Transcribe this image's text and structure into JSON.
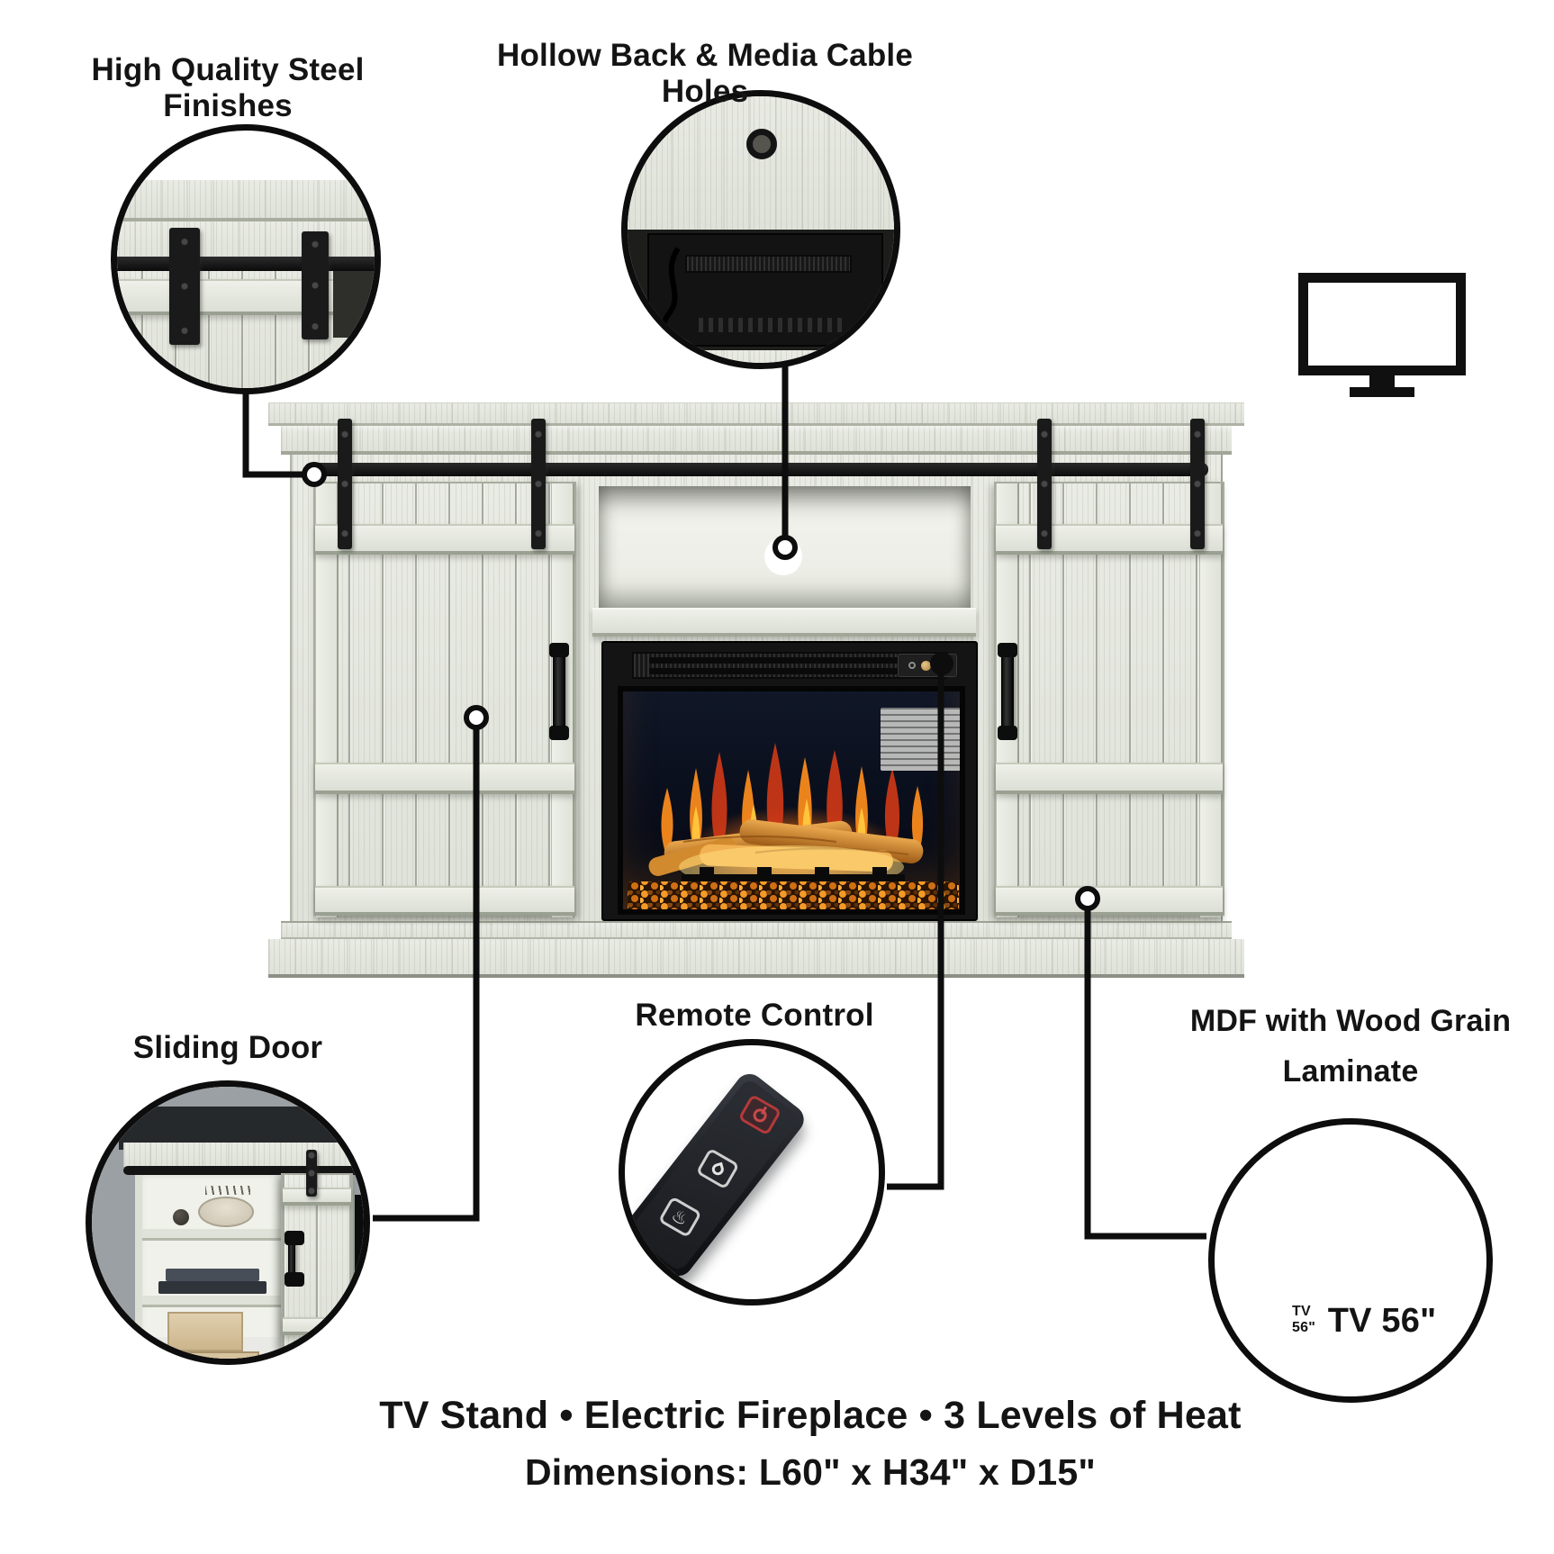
{
  "callouts": {
    "steel": {
      "label": "High Quality Steel Finishes"
    },
    "hollow_back": {
      "label": "Hollow Back & Media Cable Holes"
    },
    "sliding_door": {
      "label": "Sliding Door"
    },
    "remote": {
      "label": "Remote Control"
    },
    "mdf": {
      "label_line1": "MDF with Wood Grain",
      "label_line2": "Laminate"
    }
  },
  "tv": {
    "label": "TV 56\""
  },
  "footer": {
    "features": "TV Stand  •  Electric Fireplace  •  3 Levels of Heat",
    "dimensions": "Dimensions: L60\" x H34\" x D15\""
  },
  "colors": {
    "wood_light": "#e8eae3",
    "hardware_black": "#161616",
    "flame_red": "#d63a16",
    "flame_orange": "#ff8d1d",
    "flame_yellow": "#ffc83e",
    "ember_orange": "#f59a28"
  }
}
